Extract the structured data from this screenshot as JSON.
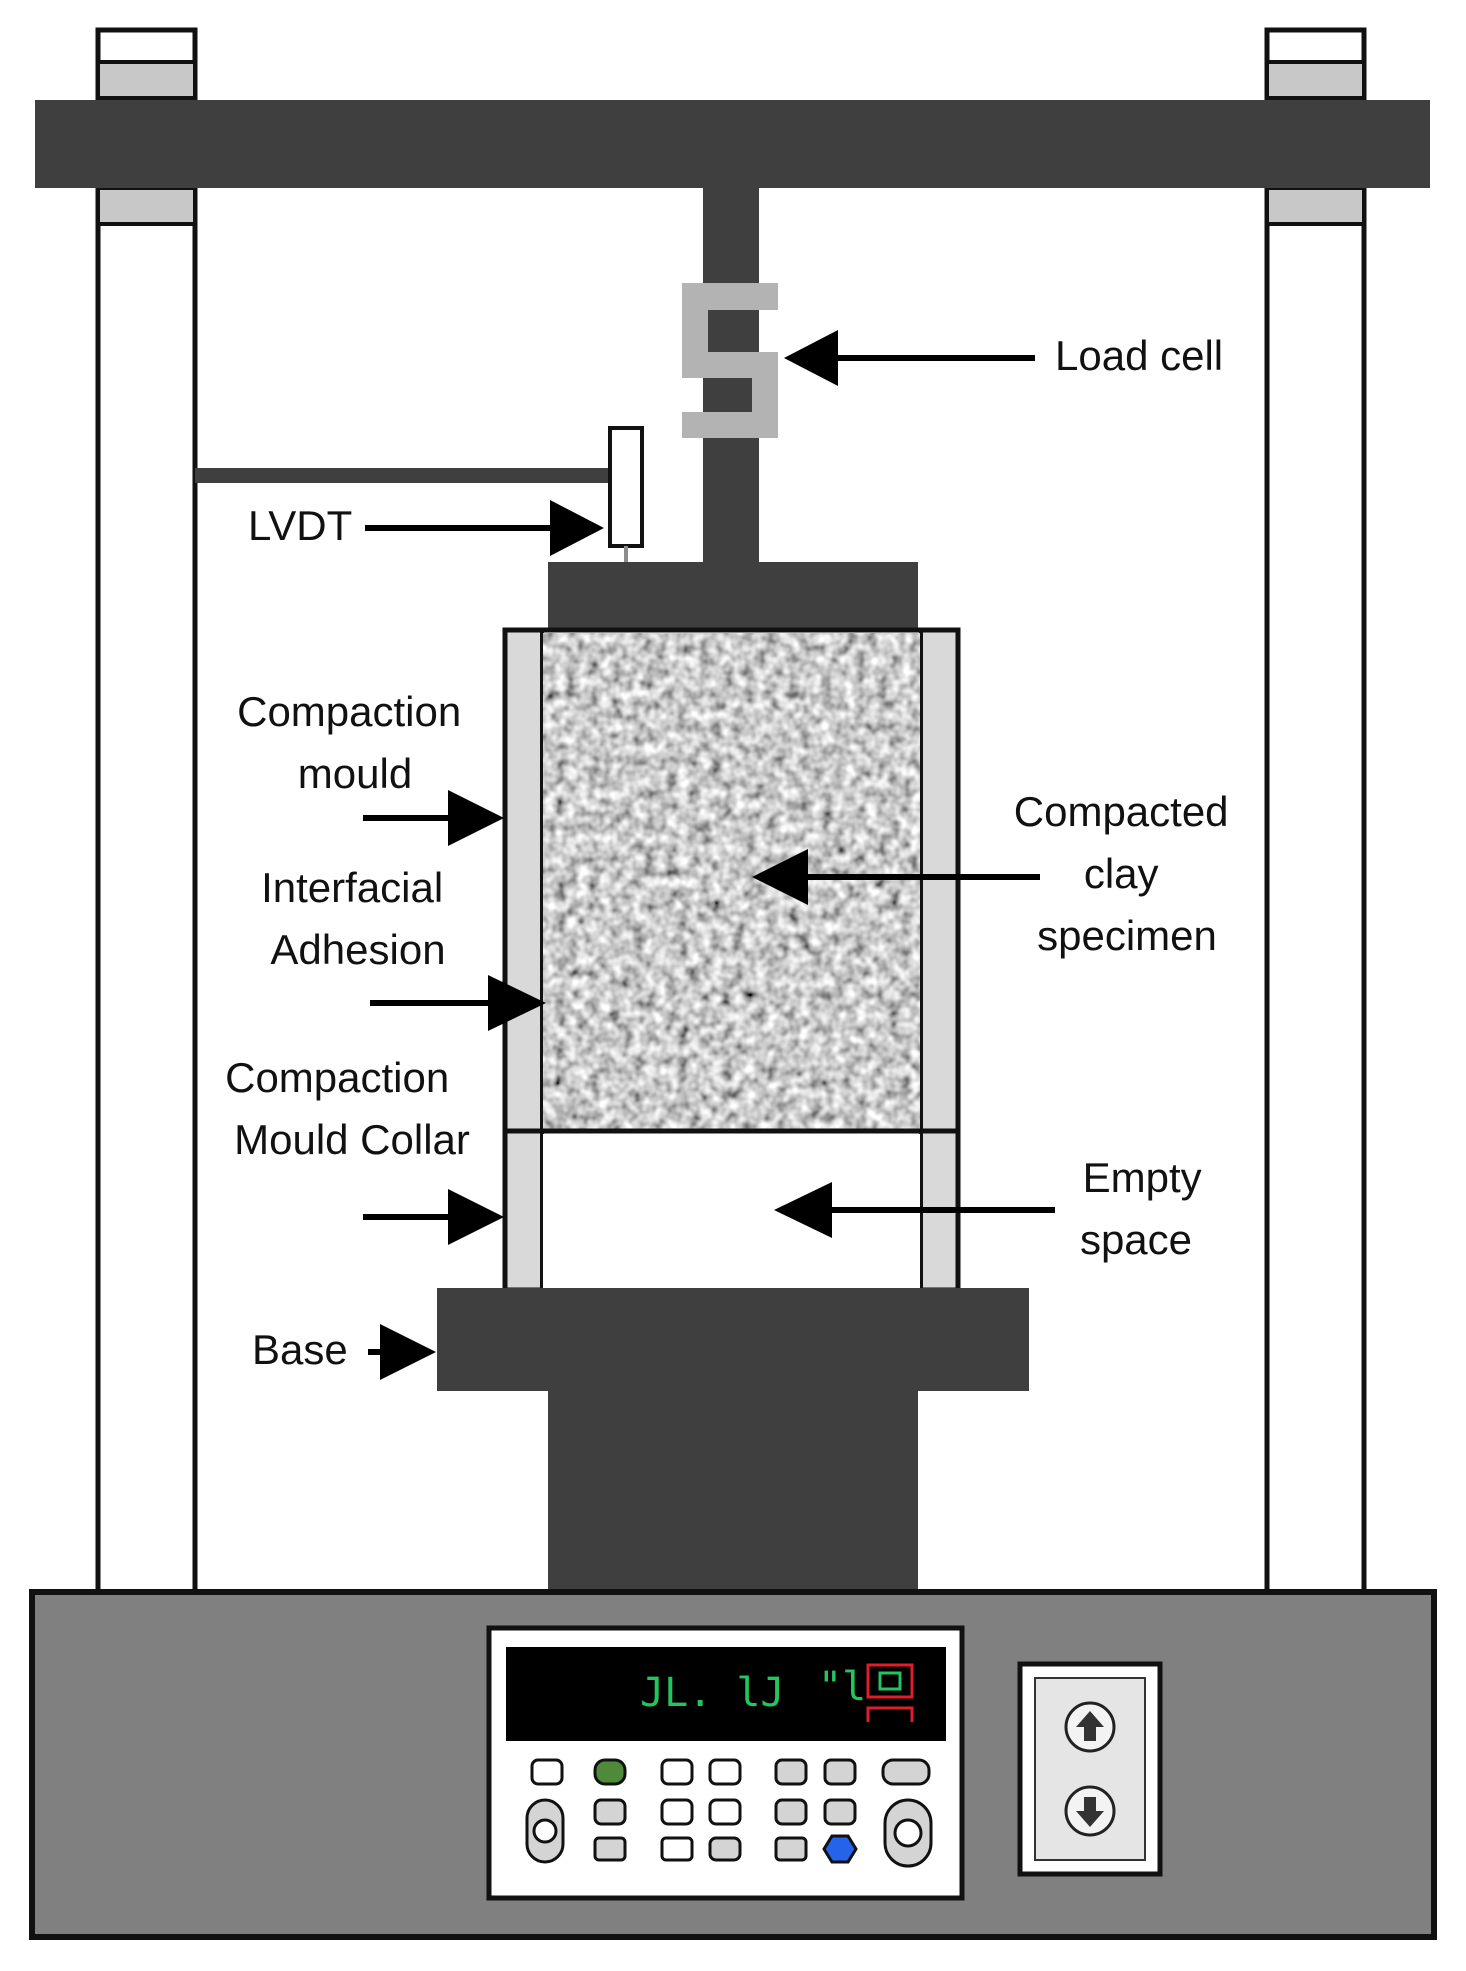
{
  "labels": {
    "load_cell": "Load cell",
    "lvdt": "LVDT",
    "compaction_mould": [
      "Compaction",
      "mould"
    ],
    "interfacial_adhesion": [
      "Interfacial",
      "Adhesion"
    ],
    "compacted_clay_specimen": [
      "Compacted",
      "clay",
      "specimen"
    ],
    "compaction_mould_collar": [
      "Compaction",
      "Mould Collar"
    ],
    "empty_space": [
      "Empty",
      "space"
    ],
    "base": "Base"
  },
  "display": {
    "reading": "JL. lJ",
    "unit_mark": "\"l"
  },
  "colors": {
    "frame_dark": "#3f3f3f",
    "load_cell": "#b3b3b3",
    "mould_wall": "#d9d9d9",
    "cabinet": "#808080",
    "lcd_background": "#000000",
    "lcd_green": "#22c55e",
    "lcd_red": "#e11d2a",
    "button_green": "#4f8a3a",
    "button_blue": "#2563eb"
  },
  "icons": {
    "up_button": "arrow-up-icon",
    "down_button": "arrow-down-icon"
  }
}
